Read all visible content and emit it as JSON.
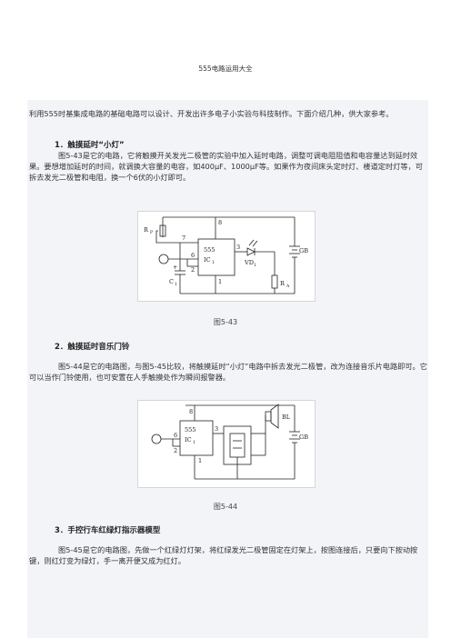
{
  "doc_title": "555电路运用大全",
  "intro": "利用555时基集成电路的基础电路可以设计、开发出许多电子小实验与科技制作。下面介绍几种，供大家参考。",
  "sections": [
    {
      "heading": "1．触摸延时“小灯”",
      "body": "图5-43是它的电路，它将触摸开关发光二极管的实验中加入延时电路，调整可调电阻阻值和电容量达到延时效果。要想增加延时的时间，就调换大容量的电容，如400μF、1000μF等。如果作为夜间床头定时灯、楼道定时灯等，可拆去发光二极管和电阻，换一个6伏的小灯即可。",
      "figure": {
        "caption": "图5-43",
        "labels": {
          "rp": "R",
          "rp_sub": "P",
          "pin7": "7",
          "pin8": "8",
          "pin6": "6",
          "pin2": "2",
          "pin3": "3",
          "pin1": "1",
          "chip": "555",
          "ic": "IC",
          "ic_sub": "1",
          "vd": "VD",
          "vd_sub": "1",
          "gb": "GB",
          "c": "C",
          "c_sub": "1",
          "plus": "+",
          "r": "R",
          "r_sub": "A"
        }
      }
    },
    {
      "heading": "2．触摸延时音乐门铃",
      "body": "图5-44是它的电路图，与图5-45比较，将触摸延时“小灯”电路中拆去发光二极管，改为连接音乐片电路即可。它可以当作门铃使用，也可安置在人手触摸处作为瞬间报警器。",
      "figure": {
        "caption": "图5-44",
        "labels": {
          "pin8": "8",
          "pin6": "6",
          "pin2": "2",
          "pin3": "3",
          "pin1": "1",
          "chip": "555",
          "ic": "IC",
          "ic_sub": "1",
          "bl": "BL",
          "gb": "GB"
        }
      }
    },
    {
      "heading": "3．手控行车红绿灯指示器模型",
      "body": "图5-45是它的电路图，先做一个红绿灯灯架，将红绿发光二极管固定在灯架上，按图连接后，只要向下按动按键，则红灯变为绿灯，手一离开便又成为红灯。"
    }
  ]
}
